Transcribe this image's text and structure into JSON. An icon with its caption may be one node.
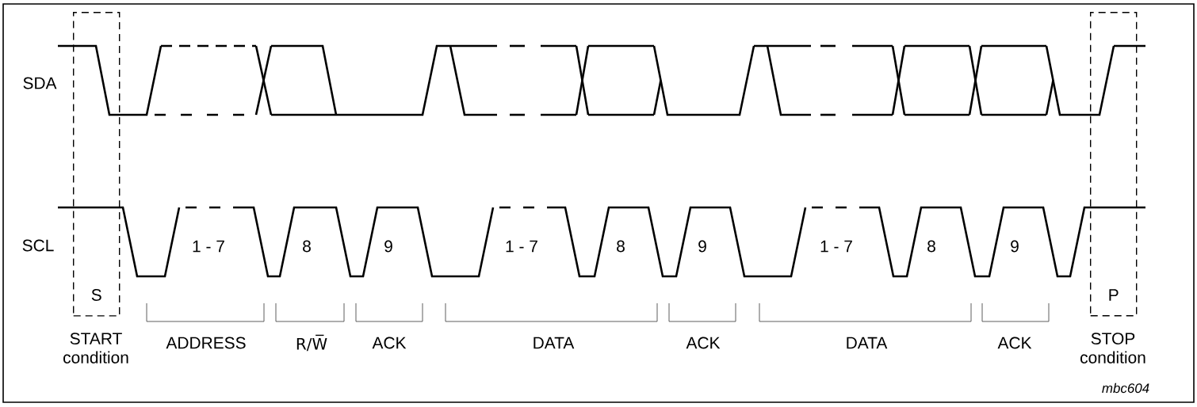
{
  "diagram": {
    "nodes": [
      {
        "text": [
          "S"
        ],
        "beside": [
          "START condition"
        ]
      },
      {
        "text": [
          "P"
        ],
        "beside": [
          "STOP condition"
        ]
      }
    ],
    "labels": [
      "SDA",
      "SCL",
      "1 - 7",
      "8",
      "9",
      "1 - 7",
      "8",
      "9",
      "1 - 7",
      "8",
      "9",
      "ADDRESS",
      "R/W̅",
      "ACK",
      "DATA",
      "ACK",
      "DATA",
      "ACK",
      "mbc604"
    ]
  }
}
